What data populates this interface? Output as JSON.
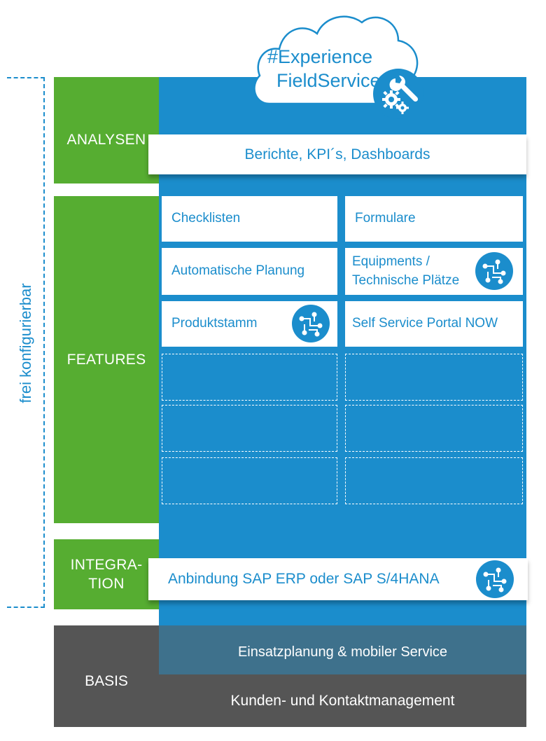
{
  "side_label": "frei konfigurierbar",
  "cloud": {
    "line1": "#Experience",
    "line2": "FieldService"
  },
  "layers": {
    "analysen": {
      "label": "ANALYSEN",
      "bar": "Berichte, KPI´s, Dashboards"
    },
    "features": {
      "label": "FEATURES",
      "tiles": [
        {
          "text": "Checklisten"
        },
        {
          "text": "Formulare"
        },
        {
          "text": "Automatische Planung"
        },
        {
          "line1": "Equipments /",
          "line2": "Technische Plätze",
          "icon": "circuit-icon"
        },
        {
          "text": "Produktstamm",
          "icon": "circuit-icon"
        },
        {
          "text": "Self Service Portal NOW"
        }
      ]
    },
    "integration": {
      "label_line1": "INTEGRA-",
      "label_line2": "TION",
      "bar": "Anbindung SAP ERP oder SAP S/4HANA",
      "icon": "circuit-icon"
    },
    "basis": {
      "label": "BASIS",
      "row1": "Einsatzplanung & mobiler Service",
      "row2": "Kunden- und Kontaktmanagement"
    }
  },
  "colors": {
    "green": "#56ad31",
    "blue": "#1b8dcc",
    "dark_gray": "#555555",
    "steel_blue": "#3e718c"
  }
}
